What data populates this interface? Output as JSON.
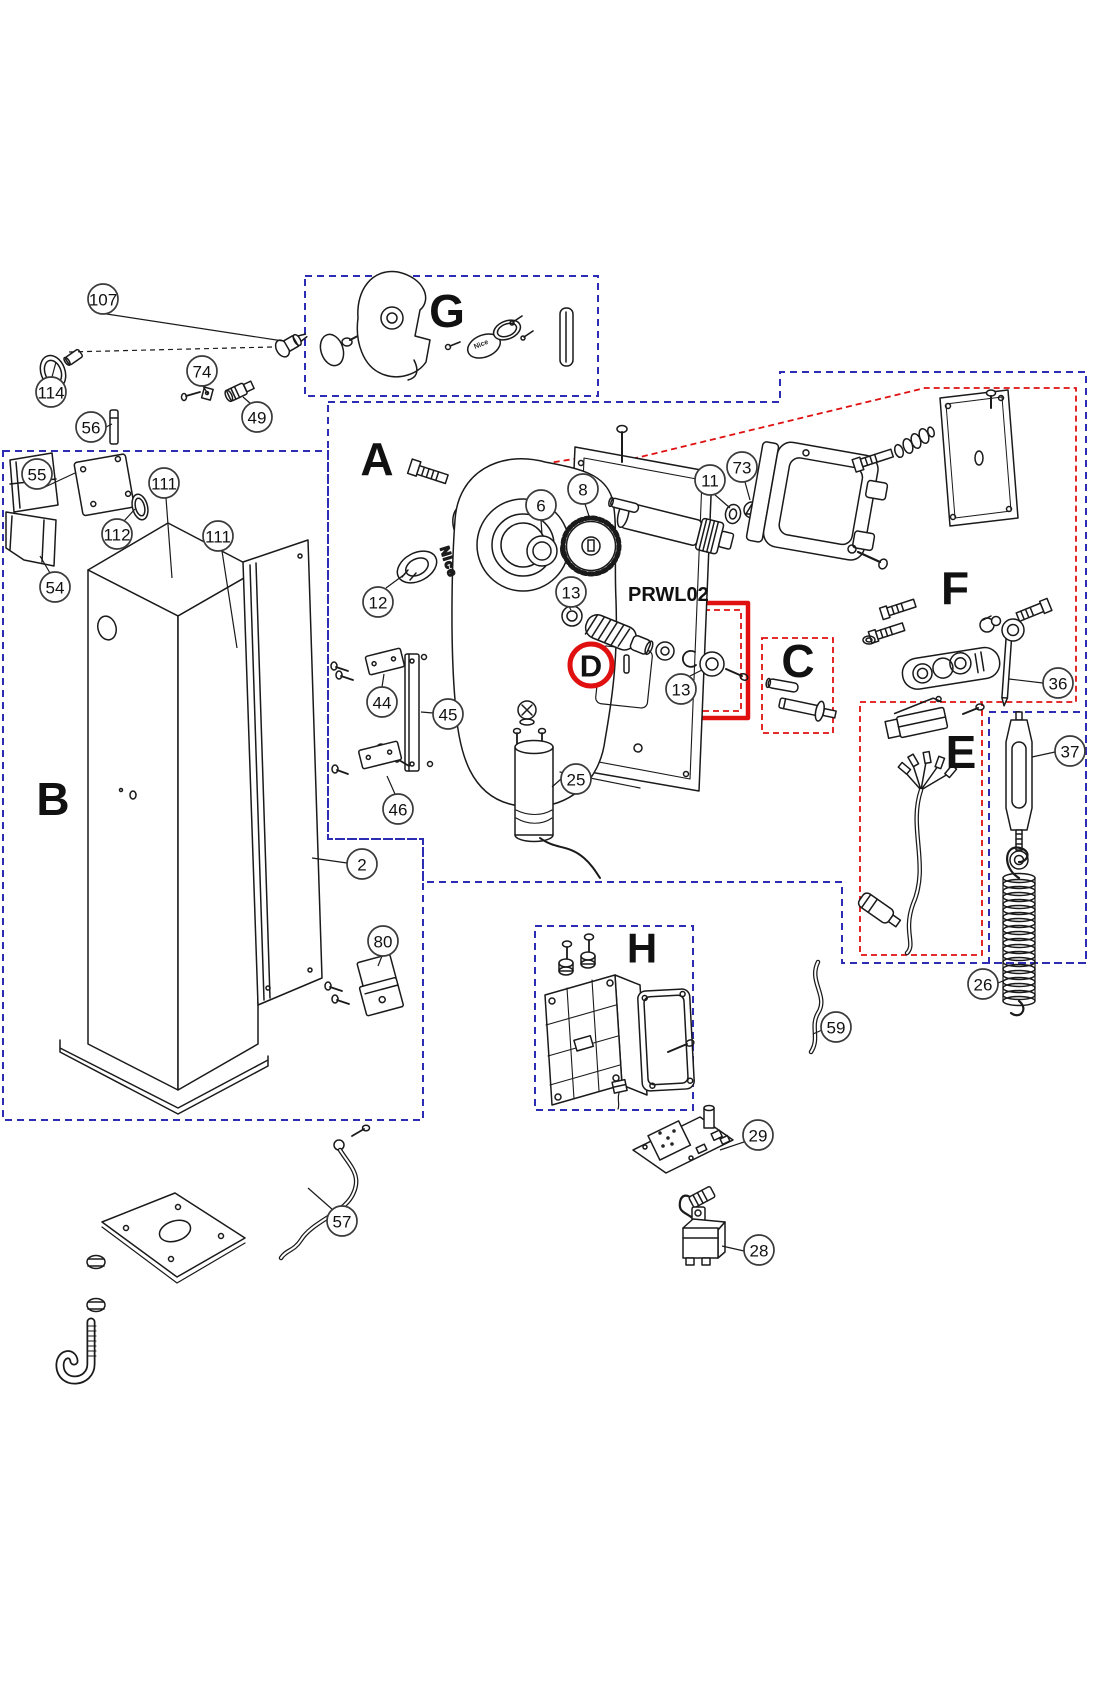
{
  "diagram": {
    "kit_label": "PRWL02",
    "brand": "Nice",
    "sections": [
      {
        "id": "A"
      },
      {
        "id": "B"
      },
      {
        "id": "C"
      },
      {
        "id": "D"
      },
      {
        "id": "E"
      },
      {
        "id": "F"
      },
      {
        "id": "G"
      },
      {
        "id": "H"
      }
    ],
    "callouts": [
      "107",
      "114",
      "74",
      "49",
      "56",
      "55",
      "111",
      "112",
      "111",
      "54",
      "12",
      "6",
      "8",
      "13",
      "11",
      "73",
      "13",
      "44",
      "45",
      "46",
      "25",
      "2",
      "80",
      "36",
      "37",
      "26",
      "59",
      "29",
      "28",
      "57"
    ]
  },
  "colors": {
    "dashed_group_blue": "#2d2db4",
    "highlight_red": "#e01010",
    "ink": "#1a1a1a",
    "background": "#ffffff"
  }
}
